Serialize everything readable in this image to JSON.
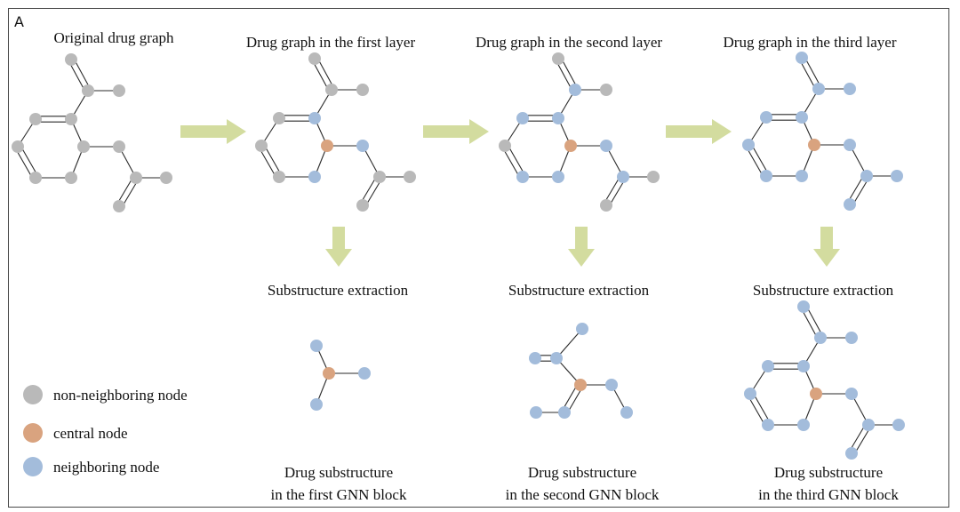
{
  "panel_letter": "A",
  "colors": {
    "non_neighboring": "#b9b9b9",
    "central": "#d9a37f",
    "neighboring": "#a3bcdb",
    "arrow": "#d3dc9f"
  },
  "titles": {
    "original": "Original drug graph",
    "layer1": "Drug graph in the first layer",
    "layer2": "Drug graph in the second layer",
    "layer3": "Drug graph in the third layer"
  },
  "extraction_label": "Substructure extraction",
  "substructures": {
    "sub1": {
      "line1": "Drug substructure",
      "line2": "in the first GNN block"
    },
    "sub2": {
      "line1": "Drug substructure",
      "line2": "in the second GNN block"
    },
    "sub3": {
      "line1": "Drug substructure",
      "line2": "in the third GNN block"
    }
  },
  "legend": [
    {
      "label": "non-neighboring node",
      "kind": "non_neighboring"
    },
    {
      "label": "central node",
      "kind": "central"
    },
    {
      "label": "neighboring node",
      "kind": "neighboring"
    }
  ]
}
